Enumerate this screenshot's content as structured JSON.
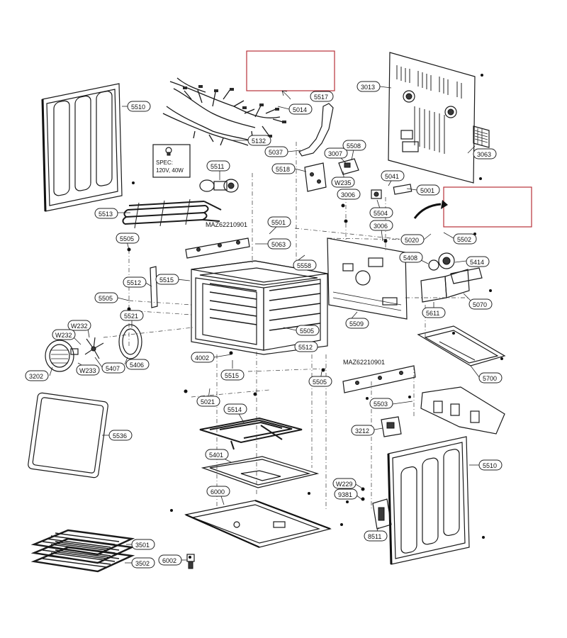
{
  "spec_note": {
    "line1": "SPEC:",
    "line2": "120V, 40W"
  },
  "labels": [
    {
      "id": "5510a",
      "text": "5510"
    },
    {
      "id": "5014",
      "text": "5014"
    },
    {
      "id": "5517",
      "text": "5517"
    },
    {
      "id": "3013",
      "text": "3013"
    },
    {
      "id": "5132",
      "text": "5132"
    },
    {
      "id": "5037",
      "text": "5037"
    },
    {
      "id": "3007",
      "text": "3007"
    },
    {
      "id": "5508",
      "text": "5508"
    },
    {
      "id": "3063",
      "text": "3063"
    },
    {
      "id": "5511",
      "text": "5511"
    },
    {
      "id": "5518",
      "text": "5518"
    },
    {
      "id": "W235",
      "text": "W235"
    },
    {
      "id": "5041",
      "text": "5041"
    },
    {
      "id": "3006a",
      "text": "3006"
    },
    {
      "id": "5001",
      "text": "5001"
    },
    {
      "id": "5504",
      "text": "5504"
    },
    {
      "id": "5513",
      "text": "5513"
    },
    {
      "id": "5501",
      "text": "5501"
    },
    {
      "id": "3006b",
      "text": "3006"
    },
    {
      "id": "5502",
      "text": "5502"
    },
    {
      "id": "5020",
      "text": "5020"
    },
    {
      "id": "5505a",
      "text": "5505"
    },
    {
      "id": "5063",
      "text": "5063"
    },
    {
      "id": "5408",
      "text": "5408"
    },
    {
      "id": "5414",
      "text": "5414"
    },
    {
      "id": "5558",
      "text": "5558"
    },
    {
      "id": "5515a",
      "text": "5515"
    },
    {
      "id": "5512a",
      "text": "5512"
    },
    {
      "id": "5505b",
      "text": "5505"
    },
    {
      "id": "5070",
      "text": "5070"
    },
    {
      "id": "5611",
      "text": "5611"
    },
    {
      "id": "5521",
      "text": "5521"
    },
    {
      "id": "W232a",
      "text": "W232"
    },
    {
      "id": "5505c",
      "text": "5505"
    },
    {
      "id": "5509",
      "text": "5509"
    },
    {
      "id": "W232b",
      "text": "W232"
    },
    {
      "id": "5512b",
      "text": "5512"
    },
    {
      "id": "4002",
      "text": "4002"
    },
    {
      "id": "5407",
      "text": "5407"
    },
    {
      "id": "5406",
      "text": "5406"
    },
    {
      "id": "W233",
      "text": "W233"
    },
    {
      "id": "3202",
      "text": "3202"
    },
    {
      "id": "5515b",
      "text": "5515"
    },
    {
      "id": "5505d",
      "text": "5505"
    },
    {
      "id": "5700",
      "text": "5700"
    },
    {
      "id": "5021",
      "text": "5021"
    },
    {
      "id": "5503",
      "text": "5503"
    },
    {
      "id": "5514",
      "text": "5514"
    },
    {
      "id": "3212",
      "text": "3212"
    },
    {
      "id": "5536",
      "text": "5536"
    },
    {
      "id": "5401",
      "text": "5401"
    },
    {
      "id": "5510b",
      "text": "5510"
    },
    {
      "id": "W229",
      "text": "W229"
    },
    {
      "id": "6000",
      "text": "6000"
    },
    {
      "id": "9381",
      "text": "9381"
    },
    {
      "id": "8511",
      "text": "8511"
    },
    {
      "id": "3501",
      "text": "3501"
    },
    {
      "id": "3502",
      "text": "3502"
    },
    {
      "id": "6002",
      "text": "6002"
    }
  ],
  "part_codes": [
    {
      "id": "maz1",
      "text": "MAZ62210901"
    },
    {
      "id": "maz2",
      "text": "MAZ62210901"
    }
  ]
}
